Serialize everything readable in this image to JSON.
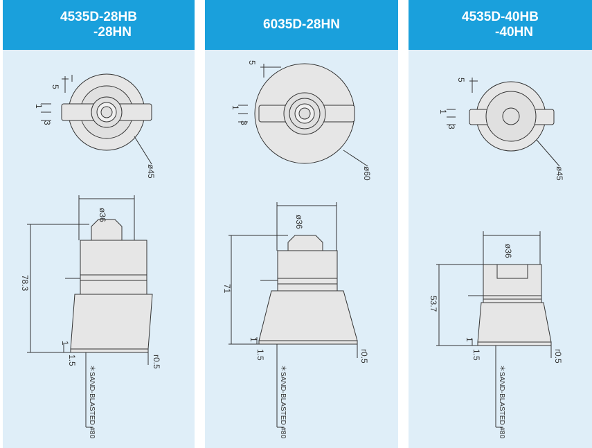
{
  "panels": [
    {
      "title_line1": "4535D-28HB",
      "title_line2": "-28HN",
      "dims": {
        "gap": "5",
        "slot_a": "1",
        "slot_b": "3",
        "dia_face": "ø45",
        "dia_body": "ø36",
        "height": "78.3",
        "step_a": "1",
        "step_b": "1.5",
        "radius": "r0.5"
      },
      "note": "＊SAND-BLASTED #80"
    },
    {
      "title_line1": "6035D-28HN",
      "title_line2": "",
      "dims": {
        "gap": "5",
        "slot_a": "1",
        "slot_b": "3",
        "dia_face": "ø60",
        "dia_body": "ø36",
        "height": "71",
        "step_a": "1",
        "step_b": "1.5",
        "radius": "r0.5"
      },
      "note": "＊SAND-BLASTED #80"
    },
    {
      "title_line1": "4535D-40HB",
      "title_line2": "-40HN",
      "dims": {
        "gap": "5",
        "slot_a": "1",
        "slot_b": "3",
        "dia_face": "ø45",
        "dia_body": "ø36",
        "height": "53.7",
        "step_a": "1",
        "step_b": "1.5",
        "radius": "r0.5"
      },
      "note": "＊SAND-BLASTED #80"
    }
  ],
  "colors": {
    "header": "#1aa0dc",
    "panel_bg": "#dfeef8",
    "body_fill": "#e4e4e4",
    "line": "#333333"
  }
}
